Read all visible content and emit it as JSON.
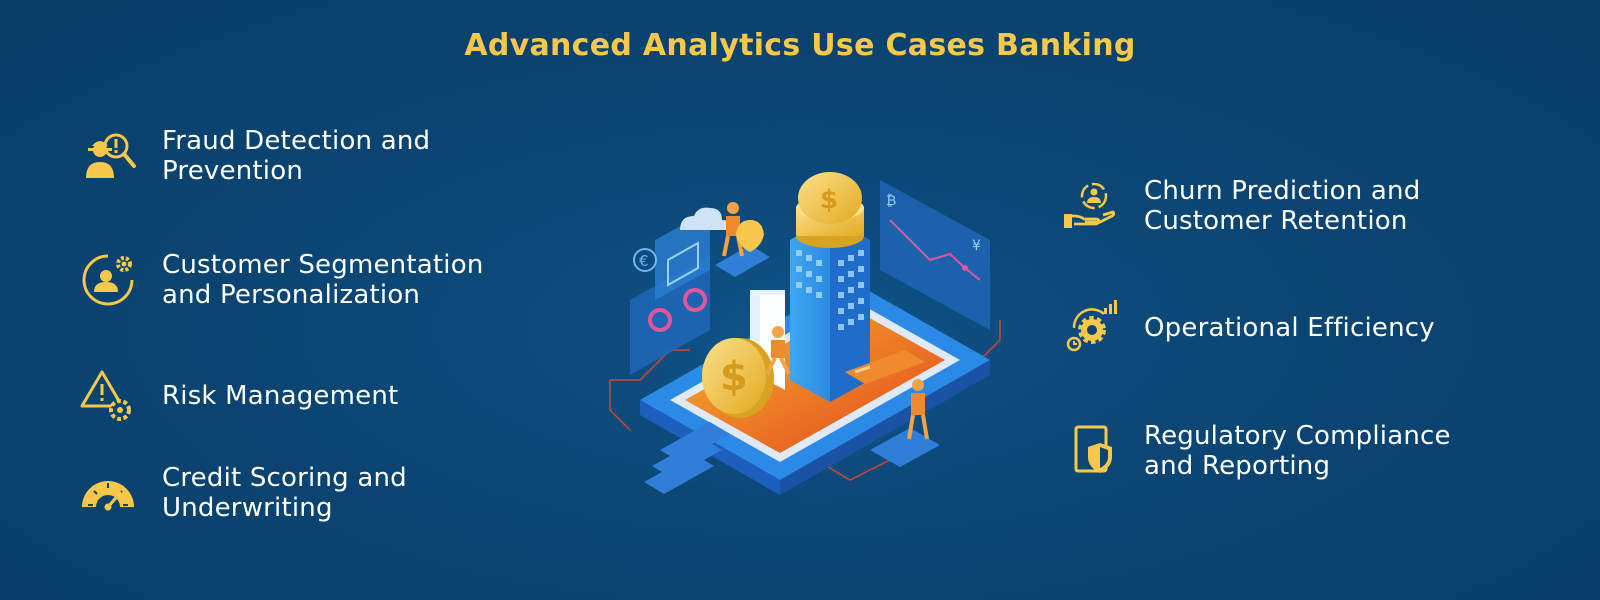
{
  "title": "Advanced Analytics Use Cases Banking",
  "colors": {
    "background": "#0b4472",
    "accent": "#f8c84a",
    "text": "#ffffff"
  },
  "left_items": [
    {
      "icon": "fraud-investigator-icon",
      "line1": "Fraud Detection and",
      "line2": "Prevention"
    },
    {
      "icon": "customer-segmentation-icon",
      "line1": "Customer Segmentation",
      "line2": "and Personalization"
    },
    {
      "icon": "risk-warning-gear-icon",
      "line1": "Risk Management",
      "line2": ""
    },
    {
      "icon": "speedometer-icon",
      "line1": "Credit Scoring and",
      "line2": "Underwriting"
    }
  ],
  "right_items": [
    {
      "icon": "customer-retention-hand-icon",
      "line1": "Churn Prediction and",
      "line2": "Customer Retention"
    },
    {
      "icon": "efficiency-gear-icon",
      "line1": "Operational Efficiency",
      "line2": ""
    },
    {
      "icon": "compliance-shield-icon",
      "line1": "Regulatory Compliance",
      "line2": "and Reporting"
    }
  ],
  "illustration": "isometric-banking-analytics-illustration"
}
